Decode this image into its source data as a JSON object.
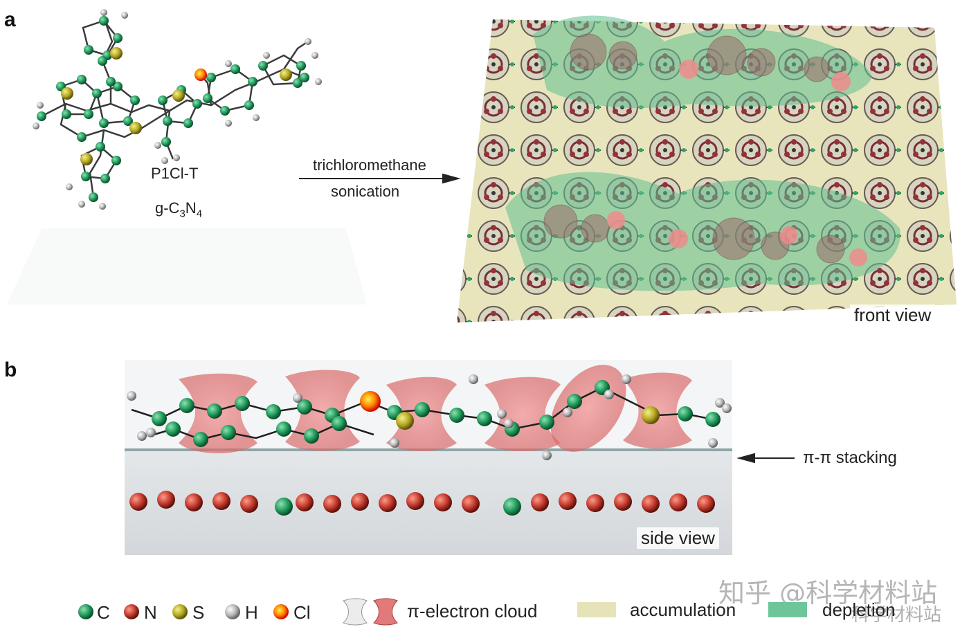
{
  "panels": {
    "a": {
      "label": "a",
      "molecule_label": "P1Cl-T",
      "substrate_label_base": "g-C",
      "substrate_sub1": "3",
      "substrate_mid": "N",
      "substrate_sub2": "4",
      "arrow_top": "trichloromethane",
      "arrow_bottom": "sonication",
      "view_tag": "front view"
    },
    "b": {
      "label": "b",
      "stacking_label": "π-π stacking",
      "view_tag": "side view"
    }
  },
  "legend": {
    "atoms": [
      {
        "symbol": "C",
        "color": "#1f9a5a"
      },
      {
        "symbol": "N",
        "color": "#c0392b"
      },
      {
        "symbol": "S",
        "color": "#d6d62a"
      },
      {
        "symbol": "H",
        "color": "#b0b0b0"
      },
      {
        "symbol": "Cl",
        "color": "#ff6a00"
      }
    ],
    "cloud_label": "π-electron cloud",
    "accumulation_label": "accumulation",
    "accumulation_color": "#e6e3b8",
    "depletion_label": "depletion",
    "depletion_color": "#6ec59a"
  },
  "watermark": {
    "main": "知乎 @科学材料站",
    "small": "科学材料站"
  }
}
